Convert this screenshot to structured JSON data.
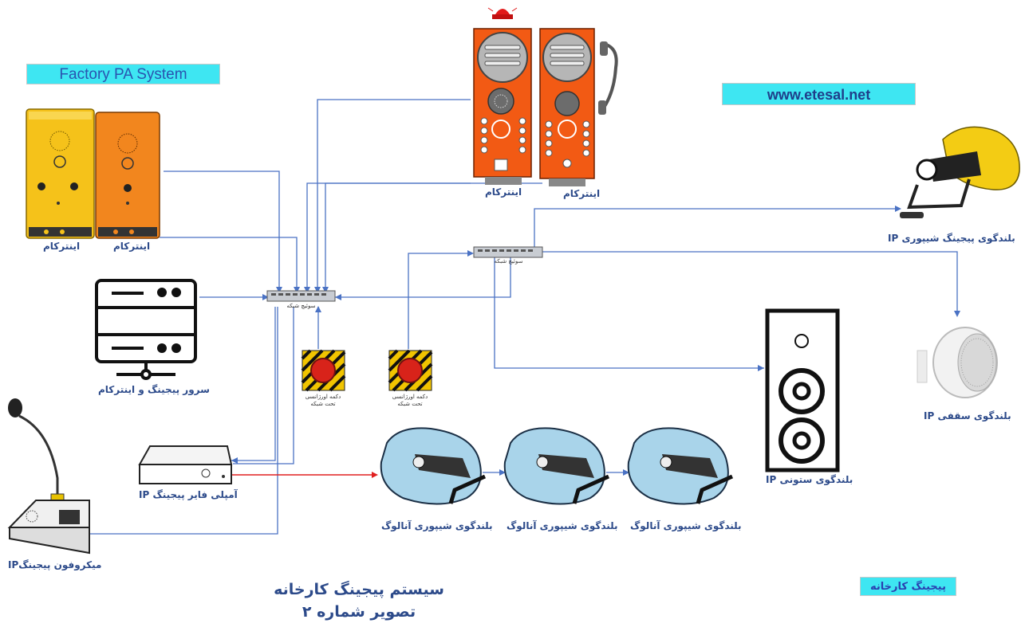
{
  "header": {
    "title": "Factory PA System",
    "website": "www.etesal.net",
    "tag": "پیجینگ کارخانه"
  },
  "footer": {
    "title_line1": "سیستم پیجینگ کارخانه",
    "title_line2": "تصویر شماره ۲"
  },
  "devices": {
    "intercom_yellow": "اینترکام",
    "intercom_orange": "اینترکام",
    "intercom_top_left": "اینترکام",
    "intercom_top_right": "اینترکام",
    "server": "سرور پیجینگ و اینترکام",
    "amplifier": "آمپلی فایر پیجینگ IP",
    "microphone": "میکروفون پیجینگIP",
    "switch1": "سوئیچ شبکه",
    "switch2": "سوئیچ شبکه",
    "emergency1_line1": "دکمه اورژانسی",
    "emergency1_line2": "تحت شبکه",
    "emergency2_line1": "دکمه اورژانسی",
    "emergency2_line2": "تحت شبکه",
    "horn_analog1": "بلندگوی شیپوری آنالوگ",
    "horn_analog2": "بلندگوی شیپوری آنالوگ",
    "horn_analog3": "بلندگوی شیپوری آنالوگ",
    "column_speaker": "بلندگوی ستونی IP",
    "horn_ip": "بلندگوی پیجینگ شیپوری IP",
    "ceiling_speaker": "بلندگوی سقفی IP"
  },
  "colors": {
    "accent_box": "#3ee6f2",
    "network_line": "#4a72c4",
    "audio_line": "#e02020",
    "label": "#2c4a8a",
    "intercom_yellow": "#f5c21a",
    "intercom_orange": "#f2861e",
    "industrial_orange": "#f25a14",
    "horn_blue": "#a9d4ea",
    "horn_yellow": "#f3cc14"
  }
}
